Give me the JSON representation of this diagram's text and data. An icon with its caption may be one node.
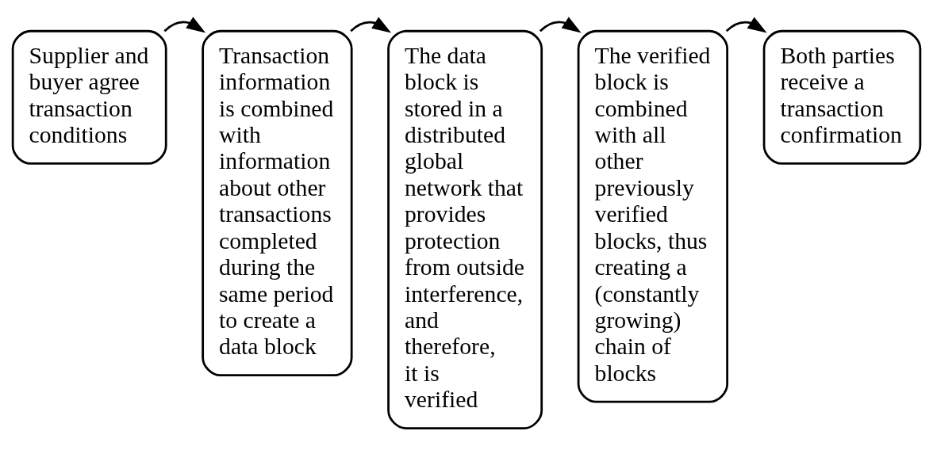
{
  "diagram": {
    "nodes": [
      {
        "text": [
          "Supplier and buyer agree transaction conditions"
        ]
      },
      {
        "text": [
          "Transaction information is combined with information about other transactions completed during the same period to create a data block"
        ]
      },
      {
        "text": [
          "The data block is stored in a distributed global network that provides protection from outside interference, and therefore, it is verified"
        ]
      },
      {
        "text": [
          "The verified block is combined with all other previously verified blocks, thus creating a (constantly growing) chain of blocks"
        ]
      },
      {
        "text": [
          "Both parties receive a transaction confirmation"
        ]
      }
    ],
    "edges": [
      {
        "from": 0,
        "to": 1,
        "arrow": "to"
      },
      {
        "from": 1,
        "to": 2,
        "arrow": "to"
      },
      {
        "from": 2,
        "to": 3,
        "arrow": "to"
      },
      {
        "from": 3,
        "to": 4,
        "arrow": "to"
      }
    ]
  }
}
